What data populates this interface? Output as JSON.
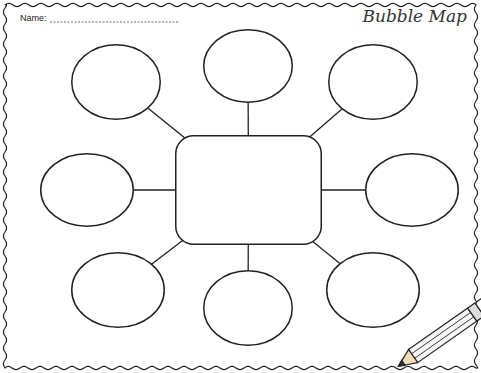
{
  "diagram": {
    "title": "Bubble Map",
    "nodes": [
      {
        "text": []
      },
      {
        "text": []
      },
      {
        "text": []
      },
      {
        "text": []
      },
      {
        "text": []
      },
      {
        "text": []
      },
      {
        "text": []
      },
      {
        "text": []
      },
      {
        "text": []
      }
    ],
    "edges": [
      {
        "from": 0,
        "to": 1,
        "arrow": "none"
      },
      {
        "from": 0,
        "to": 2,
        "arrow": "none"
      },
      {
        "from": 0,
        "to": 3,
        "arrow": "none"
      },
      {
        "from": 0,
        "to": 4,
        "arrow": "none"
      },
      {
        "from": 0,
        "to": 5,
        "arrow": "none"
      },
      {
        "from": 0,
        "to": 6,
        "arrow": "none"
      },
      {
        "from": 0,
        "to": 7,
        "arrow": "none"
      },
      {
        "from": 0,
        "to": 8,
        "arrow": "none"
      }
    ],
    "labels": [
      "Name:"
    ]
  }
}
